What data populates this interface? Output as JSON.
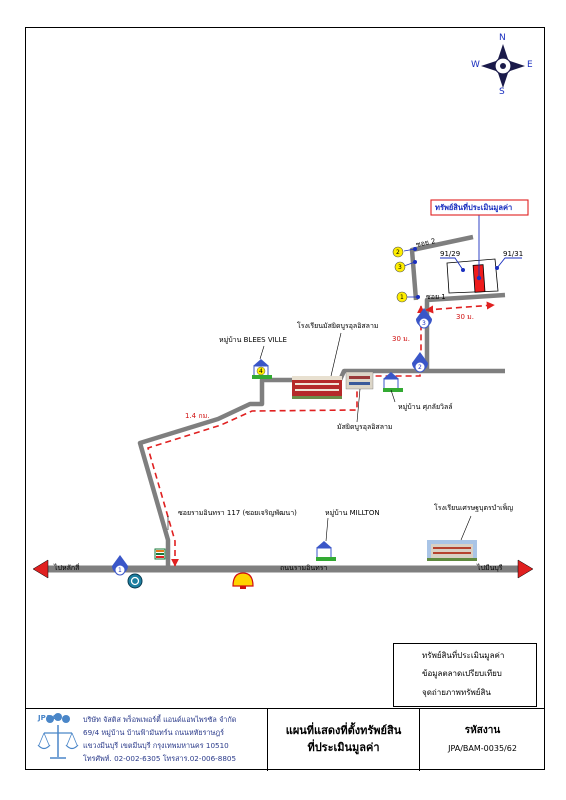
{
  "compass": {
    "north": "N",
    "south": "S",
    "east": "E",
    "west": "W"
  },
  "subject": {
    "callout": "ทรัพย์สินที่ประเมินมูลค่า",
    "plot_left": "91/29",
    "plot_right": "91/31"
  },
  "roads": {
    "soi_2": "ซอย 2",
    "soi_1": "ซอย 1",
    "dist_30_h": "30 ม.",
    "dist_30_v": "30 ม.",
    "dist_14": "1.4 กม.",
    "soi_ramintra_117": "ซอยรามอินทรา 117 (ซอยเจริญพัฒนา)",
    "main_road": "ถนนรามอินทรา",
    "to_laksi": "ไปหลักสี่",
    "to_minburi": "ไปมีนบุรี"
  },
  "places": {
    "mosque_school": "โรงเรียนมัสยิดบูรอุลอิสลาม",
    "mosque": "มัสยิดบูรอุลอิสลาม",
    "blees_ville": "หมู่บ้าน BLEES VILLE",
    "sulaiville": "หมู่บ้าน ศุภลัยวิลล์",
    "millton": "หมู่บ้าน MILLTON",
    "setthabut_school": "โรงเรียนเศรษฐบุตรบำเพ็ญ"
  },
  "markers": {
    "comp_1": "1",
    "comp_2": "2",
    "comp_3": "3",
    "comp_4": "4",
    "photo_1": "1",
    "photo_2": "2",
    "photo_3": "3"
  },
  "legend": {
    "subject": "ทรัพย์สินที่ประเมินมูลค่า",
    "comparables": "ข้อมูลตลาดเปรียบเทียบ",
    "photo_points": "จุดถ่ายภาพทรัพย์สิน"
  },
  "colors": {
    "road": "#7f7f7f",
    "route": "#e02020",
    "subject": "#ee1c1c",
    "comparable": "#ffee00",
    "photo_marker": "#3a56c8"
  },
  "footer": {
    "logo_text": "JP&A",
    "company": "บริษัท จัสติส พร็อพเพอร์ตี้ แอนด์แอพไพรซัล จำกัด",
    "address_1": "69/4 หมู่บ้าน บ้านฟ้ามันทร์น ถนนหทัยราษฎร์",
    "address_2": "แขวงมีนบุรี เขตมีนบุรี กรุงเทพมหานคร 10510",
    "phone": "โทรศัพท์. 02-002-6305 โทรสาร.02-006-8805",
    "title_1": "แผนที่แสดงที่ตั้งทรัพย์สิน",
    "title_2": "ที่ประเมินมูลค่า",
    "code_label": "รหัสงาน",
    "code_value": "JPA/BAM-0035/62"
  }
}
